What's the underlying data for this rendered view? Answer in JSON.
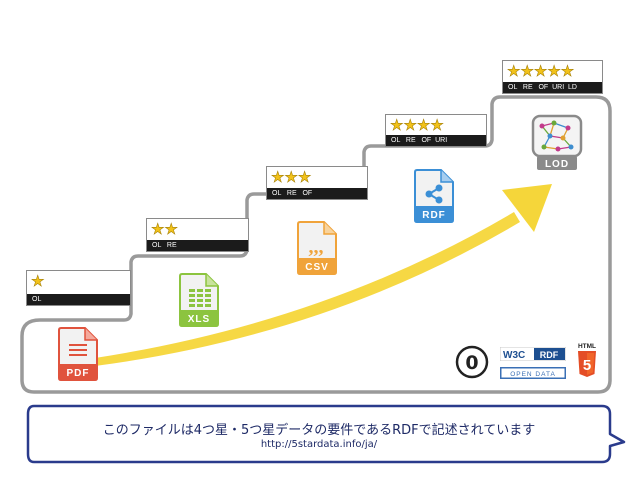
{
  "ratings": [
    {
      "stars": "★",
      "codes": "OL"
    },
    {
      "stars": "★★",
      "codes": "OL   RE"
    },
    {
      "stars": "★★★",
      "codes": "OL   RE   OF"
    },
    {
      "stars": "★★★★",
      "codes": "OL   RE   OF  URI"
    },
    {
      "stars": "★★★★★",
      "codes": "OL   RE   OF  URI  LD"
    }
  ],
  "formats": [
    {
      "label": "PDF",
      "color": "#e0533d",
      "icon": "document-lines-icon"
    },
    {
      "label": "XLS",
      "color": "#8cc43f",
      "icon": "spreadsheet-grid-icon"
    },
    {
      "label": "CSV",
      "color": "#f0a33a",
      "icon": "quote-marks-icon"
    },
    {
      "label": "RDF",
      "color": "#3b8fd6",
      "icon": "share-nodes-icon"
    },
    {
      "label": "LOD",
      "color": "#8a8a8a",
      "icon": "linked-graph-icon"
    }
  ],
  "logos": {
    "cc_zero": "0",
    "w3c": "W3C",
    "rdf": "RDF",
    "open_data": "OPEN DATA",
    "html": "HTML",
    "html_number": "5"
  },
  "caption": {
    "line1": "このファイルは4つ星・5つ星データの要件であるRDFで記述されています",
    "line2": "http://5stardata.info/ja/"
  },
  "colors": {
    "star": "#f2c21a",
    "arrow": "#f5d63a",
    "bubble_border": "#2a3b8c",
    "caption_text": "#1e2a66"
  }
}
